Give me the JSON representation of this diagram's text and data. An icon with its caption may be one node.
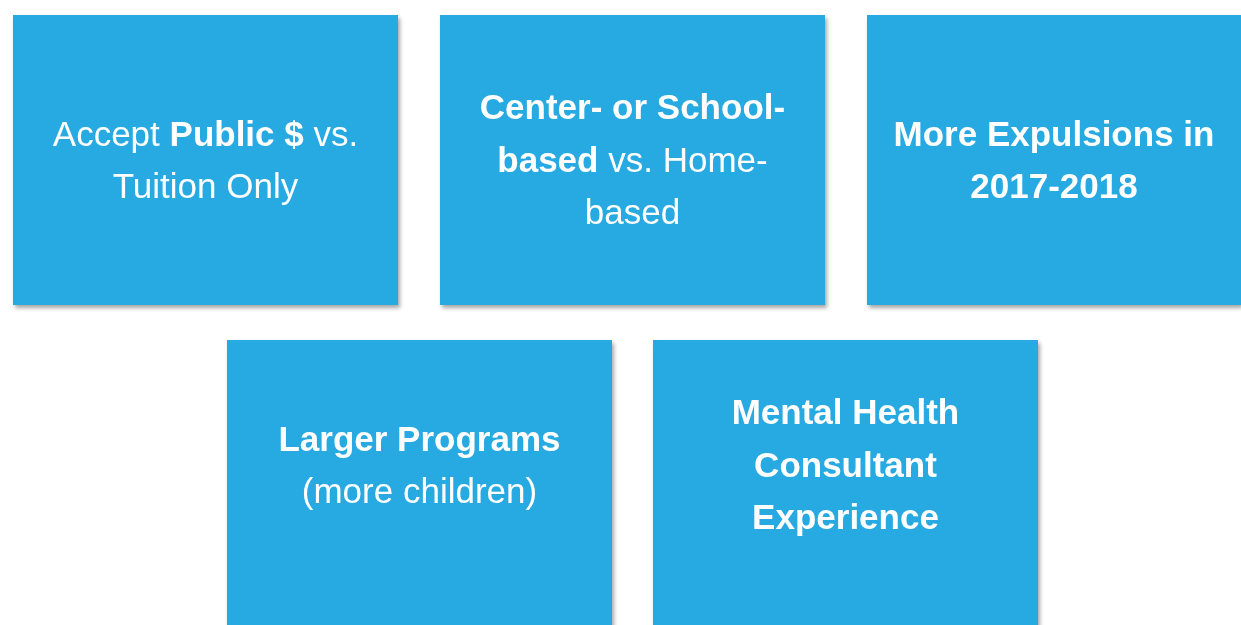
{
  "diagram": {
    "nodes": [
      {
        "text": [
          "Accept **Public $** vs. Tuition Only"
        ]
      },
      {
        "text": [
          "**Center- or School-based** vs. Home-based"
        ]
      },
      {
        "text": [
          "More Expulsions in 2017-2018"
        ]
      },
      {
        "text": [
          "**Larger Programs** (more children)"
        ]
      },
      {
        "text": [
          "Mental Health Consultant Experience"
        ]
      }
    ]
  }
}
